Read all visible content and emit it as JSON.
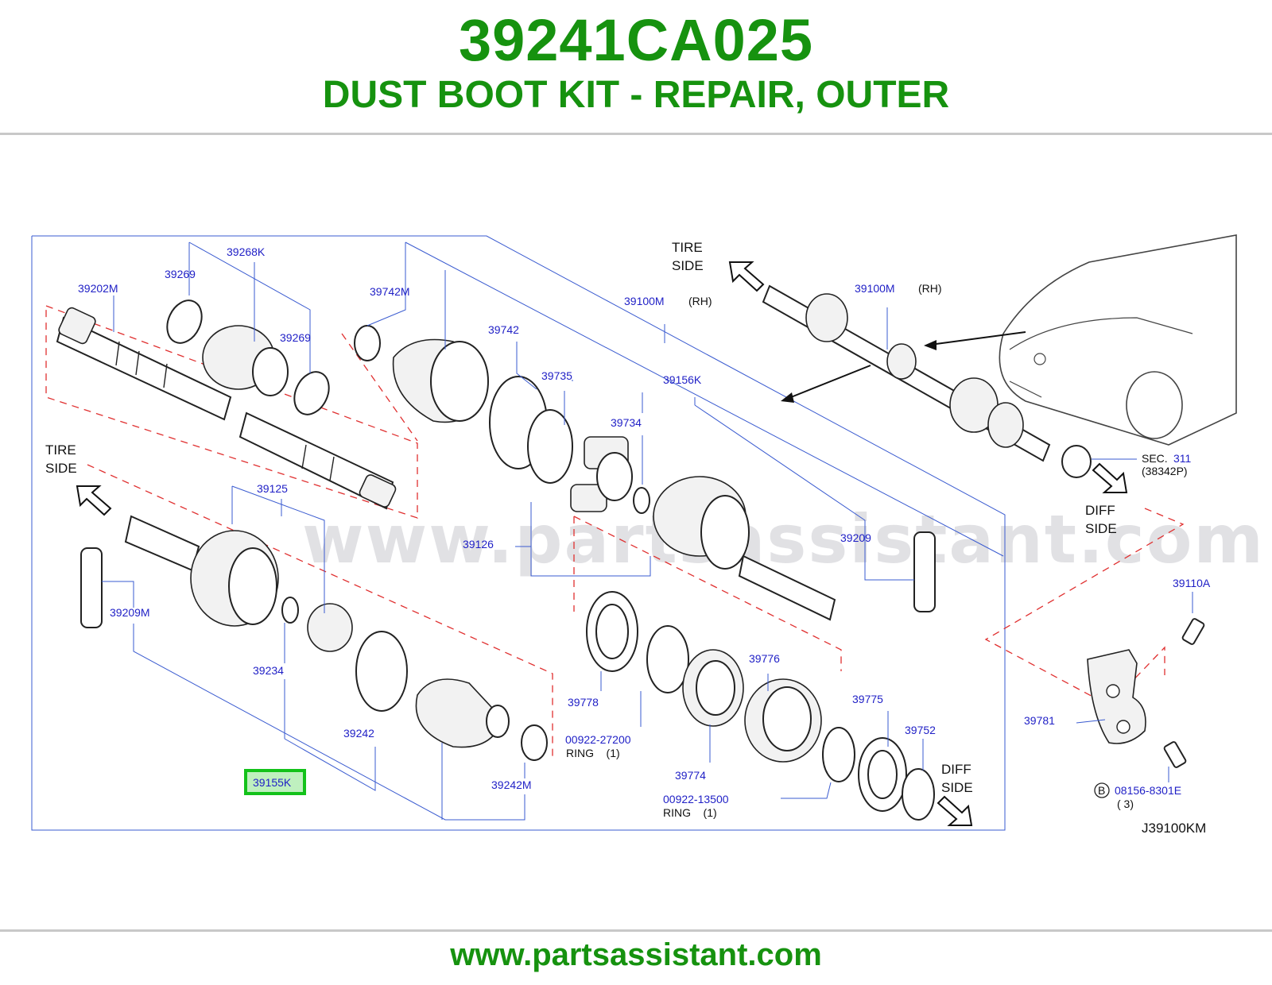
{
  "header": {
    "part_number": "39241CA025",
    "part_name": "DUST BOOT KIT - REPAIR, OUTER"
  },
  "footer": {
    "url": "www.partsassistant.com"
  },
  "watermark": "www.partsassistant.com",
  "diagram": {
    "code": "J39100KM",
    "highlighted_part": "39155K",
    "side_labels": {
      "tire_side_line1": "TIRE",
      "tire_side_line2": "SIDE",
      "diff_side_line1": "DIFF",
      "diff_side_line2": "SIDE"
    },
    "callouts": {
      "p39202M": "39202M",
      "p39269a": "39269",
      "p39268K": "39268K",
      "p39269b": "39269",
      "p39742M": "39742M",
      "p39742": "39742",
      "p39100M": "39100M",
      "p39100M_car": "39100M",
      "rh": "(RH)",
      "p39735": "39735",
      "p39156K": "39156K",
      "p39734": "39734",
      "p39125": "39125",
      "p39126": "39126",
      "p39209": "39209",
      "p39209M": "39209M",
      "p39234": "39234",
      "p39242": "39242",
      "p39242M": "39242M",
      "p39155K": "39155K",
      "p39778": "39778",
      "p00922_27200": "00922-27200",
      "ring_qty_1": "RING    (1)",
      "p39776": "39776",
      "p39774": "39774",
      "p00922_13500": "00922-13500",
      "ring_qty_2": "RING    (1)",
      "p39775": "39775",
      "p39752": "39752",
      "sec_label": "SEC.",
      "sec_number": "311",
      "sec_ref": "(38342P)",
      "p39110A": "39110A",
      "p39781": "39781",
      "bolt_marker": "B",
      "bolt_number": "08156-8301E",
      "bolt_qty": "( 3)"
    }
  }
}
